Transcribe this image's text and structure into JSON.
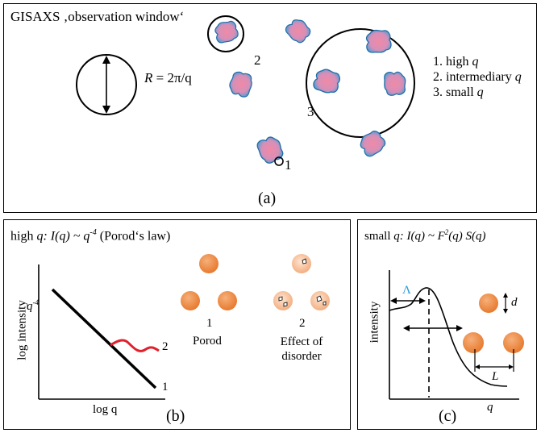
{
  "panel_a": {
    "title": "GISAXS ‚observation window‘",
    "formula_lhs": "R",
    "formula_rhs": " = 2π/q",
    "label_1": "1",
    "label_2": "2",
    "label_3": "3",
    "legend": [
      {
        "num": "1. high ",
        "var": "q"
      },
      {
        "num": "2. intermediary ",
        "var": "q"
      },
      {
        "num": "3. small ",
        "var": "q"
      }
    ],
    "caption": "(a)"
  },
  "panel_b": {
    "title_prefix": "high ",
    "title_q": "q",
    "title_formula": ": I(q) ~ q",
    "title_exp": "-4",
    "title_suffix": " (Porod‘s law)",
    "ylabel": "log intensity",
    "xlabel": "log q",
    "slope_label": "q",
    "slope_exp": "-4",
    "curve_1": "1",
    "curve_2": "2",
    "case_1_num": "1",
    "case_1_label": "Porod",
    "case_2_num": "2",
    "case_2_label_line1": "Effect of",
    "case_2_label_line2": "disorder",
    "caption": "(b)"
  },
  "panel_c": {
    "title_prefix": "small ",
    "title_q": "q",
    "title_formula": ": I(q) ~ F",
    "title_exp": "2",
    "title_suffix": "(q)  S(q)",
    "ylabel": "intensity",
    "xlabel": "q",
    "lambda": "Λ",
    "d_label": "d",
    "L_label": "L",
    "caption": "(c)"
  },
  "colors": {
    "particle_edge": "#2a8fc8",
    "particle_fill": "#e78aa4",
    "sphere": "#ee8a3c",
    "disorder_curve": "#e0202a",
    "lambda": "#2a9ad8"
  }
}
